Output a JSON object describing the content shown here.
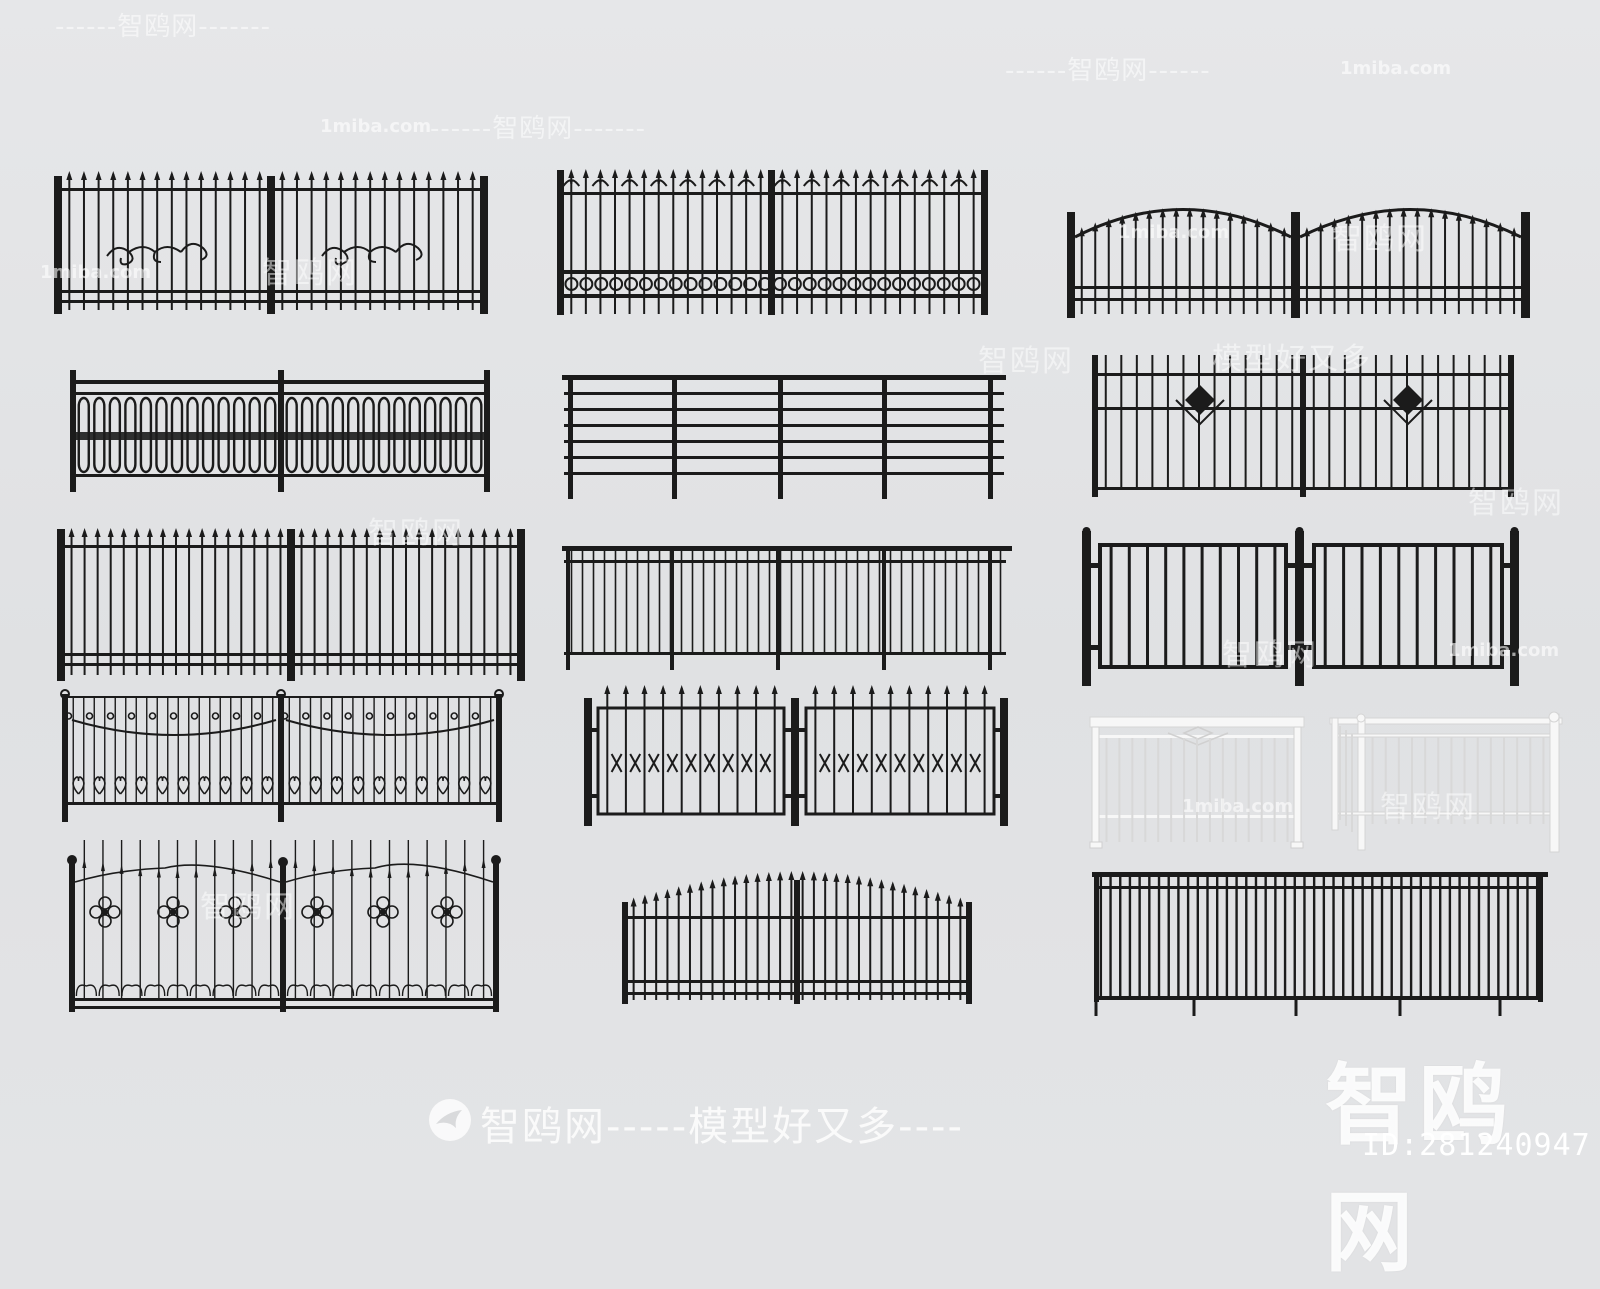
{
  "watermarks": {
    "site": "1miba.com",
    "brand": "智鸥网",
    "tagline": "智鸥网-----模型好又多----",
    "tagline_short": "模型好又多",
    "line_brand": "------智鸥网-------",
    "line_brand_b": "------智鸥网------"
  },
  "id_label": "ID:281240947",
  "fence_color": "#1b1b1b",
  "white_fence_color": "#f4f4f4",
  "icons": [
    "bird-logo-icon"
  ]
}
